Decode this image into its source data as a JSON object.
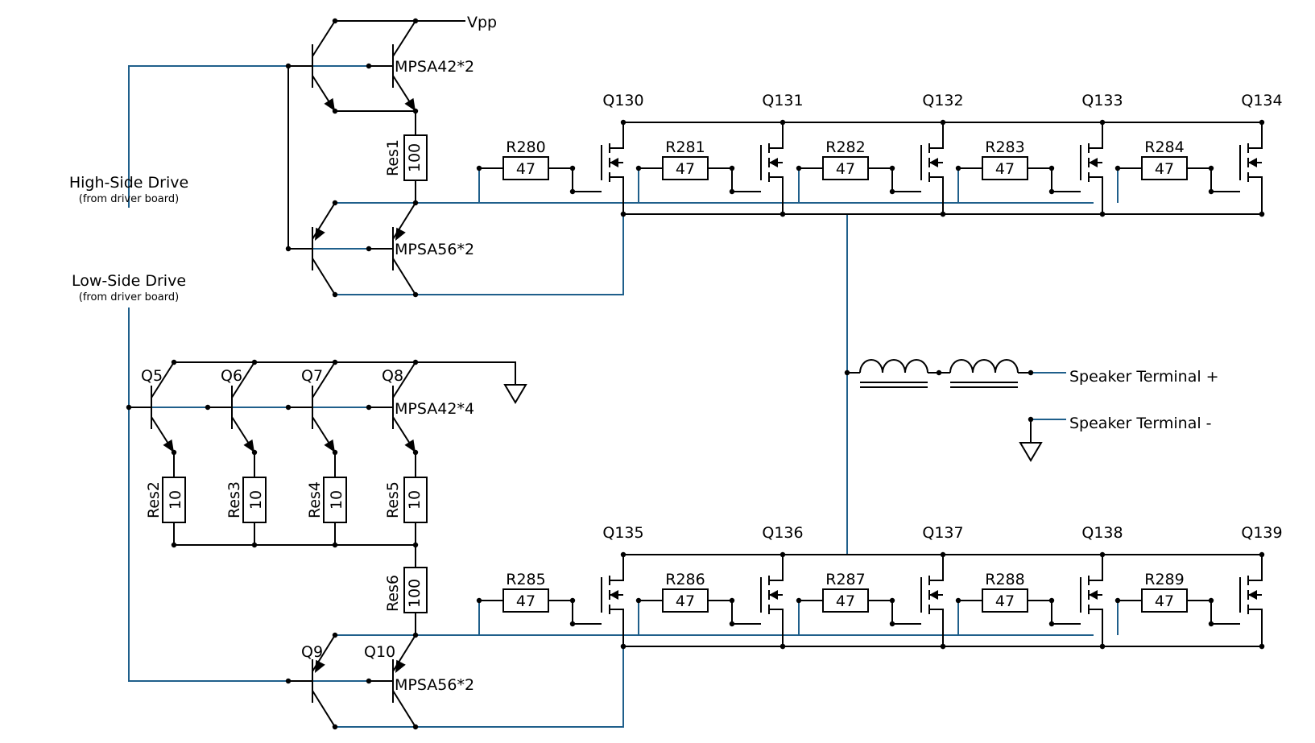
{
  "rails": {
    "vpp": "Vpp"
  },
  "drive": {
    "high": {
      "title": "High-Side Drive",
      "sub": "(from driver board)"
    },
    "low": {
      "title": "Low-Side Drive",
      "sub": "(from driver board)"
    }
  },
  "high_driver": {
    "npn_label": "MPSA42*2",
    "pnp_label": "MPSA56*2",
    "res": {
      "name": "Res1",
      "value": "100"
    }
  },
  "low_driver": {
    "transistors": [
      "Q5",
      "Q6",
      "Q7",
      "Q8"
    ],
    "npn_label": "MPSA42*4",
    "emitter_res": [
      {
        "name": "Res2",
        "value": "10"
      },
      {
        "name": "Res3",
        "value": "10"
      },
      {
        "name": "Res4",
        "value": "10"
      },
      {
        "name": "Res5",
        "value": "10"
      }
    ],
    "res": {
      "name": "Res6",
      "value": "100"
    },
    "pnp": [
      "Q9",
      "Q10"
    ],
    "pnp_label": "MPSA56*2"
  },
  "high_fets": {
    "q": [
      "Q130",
      "Q131",
      "Q132",
      "Q133",
      "Q134"
    ],
    "r": [
      "R280",
      "R281",
      "R282",
      "R283",
      "R284"
    ],
    "r_value": "47"
  },
  "low_fets": {
    "q": [
      "Q135",
      "Q136",
      "Q137",
      "Q138",
      "Q139"
    ],
    "r": [
      "R285",
      "R286",
      "R287",
      "R288",
      "R289"
    ],
    "r_value": "47"
  },
  "output": {
    "plus": "Speaker Terminal +",
    "minus": "Speaker Terminal -"
  }
}
